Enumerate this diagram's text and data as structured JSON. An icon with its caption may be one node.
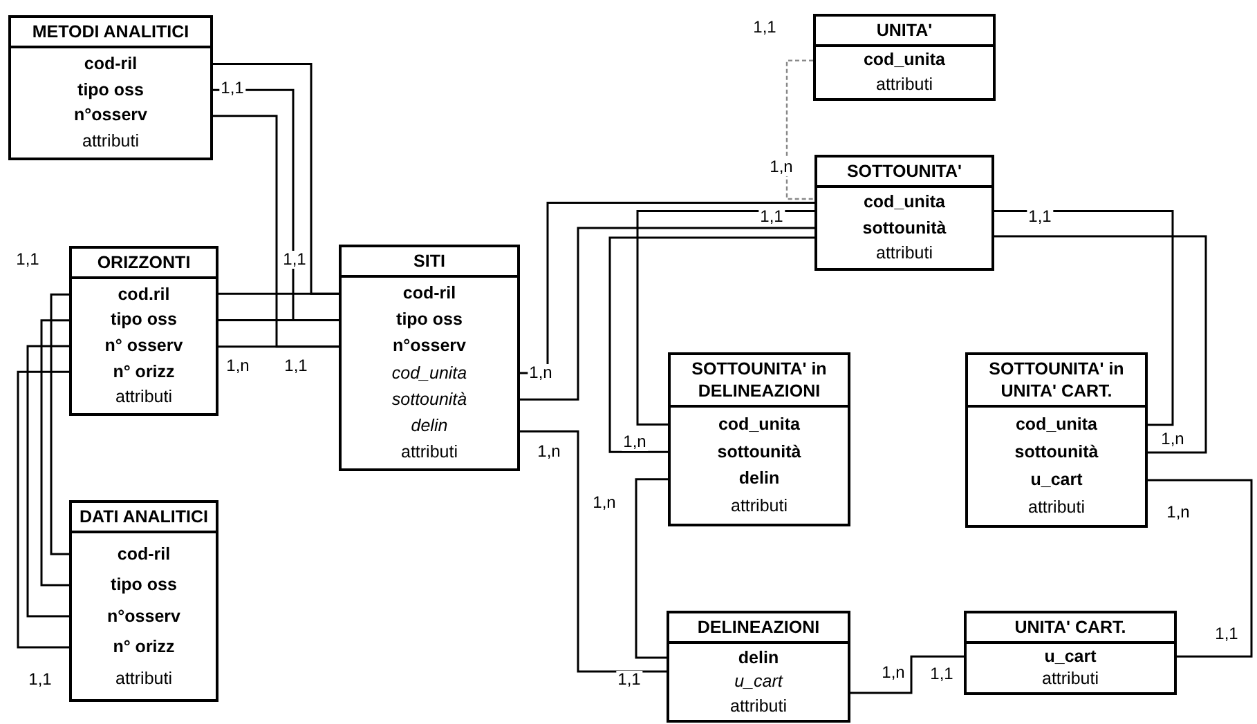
{
  "diagram": {
    "nodes": [
      {
        "text": [
          "METODI ANALITICI",
          "cod-ril",
          "tipo oss",
          "n°osserv",
          "attributi"
        ]
      },
      {
        "text": [
          "UNITA'",
          "cod_unita",
          "attributi"
        ]
      },
      {
        "text": [
          "SOTTOUNITA'",
          "cod_unita",
          "sottounità",
          "attributi"
        ]
      },
      {
        "text": [
          "ORIZZONTI",
          "cod.ril",
          "tipo oss",
          "n° osserv",
          "n° orizz",
          "attributi"
        ]
      },
      {
        "text": [
          "SITI",
          "cod-ril",
          "tipo oss",
          "n°osserv",
          "cod_unita",
          "sottounità",
          "delin",
          "attributi"
        ]
      },
      {
        "text": [
          "SOTTOUNITA' in DELINEAZIONI",
          "cod_unita",
          "sottounità",
          "delin",
          "attributi"
        ]
      },
      {
        "text": [
          "SOTTOUNITA' in UNITA' CART.",
          "cod_unita",
          "sottounità",
          "u_cart",
          "attributi"
        ]
      },
      {
        "text": [
          "DATI ANALITICI",
          "cod-ril",
          "tipo oss",
          "n°osserv",
          "n° orizz",
          "attributi"
        ]
      },
      {
        "text": [
          "DELINEAZIONI",
          "delin",
          "u_cart",
          "attributi"
        ]
      },
      {
        "text": [
          "UNITA' CART.",
          "u_cart",
          "attributi"
        ]
      }
    ],
    "edges": [
      {
        "from": 0,
        "to": 4,
        "arrow": "none"
      },
      {
        "from": 0,
        "to": 4,
        "arrow": "none"
      },
      {
        "from": 0,
        "to": 4,
        "arrow": "none"
      },
      {
        "from": 3,
        "to": 4,
        "arrow": "none"
      },
      {
        "from": 3,
        "to": 4,
        "arrow": "none"
      },
      {
        "from": 3,
        "to": 4,
        "arrow": "none"
      },
      {
        "from": 3,
        "to": 7,
        "arrow": "none"
      },
      {
        "from": 3,
        "to": 7,
        "arrow": "none"
      },
      {
        "from": 3,
        "to": 7,
        "arrow": "none"
      },
      {
        "from": 3,
        "to": 7,
        "arrow": "none"
      },
      {
        "from": 4,
        "to": 2,
        "arrow": "none"
      },
      {
        "from": 4,
        "to": 2,
        "arrow": "none"
      },
      {
        "from": 2,
        "to": 5,
        "arrow": "none"
      },
      {
        "from": 2,
        "to": 5,
        "arrow": "none"
      },
      {
        "from": 5,
        "to": 8,
        "arrow": "none"
      },
      {
        "from": 4,
        "to": 8,
        "arrow": "none"
      },
      {
        "from": 2,
        "to": 6,
        "arrow": "none"
      },
      {
        "from": 2,
        "to": 6,
        "arrow": "none"
      },
      {
        "from": 8,
        "to": 9,
        "arrow": "none"
      },
      {
        "from": 6,
        "to": 9,
        "arrow": "none"
      },
      {
        "from": 1,
        "to": 2,
        "arrow": "none",
        "style": "dashed",
        "color": "#888888"
      }
    ],
    "labels": [
      "1,1",
      "1,1",
      "1,n",
      "1,1",
      "1,1",
      "1,1",
      "1,1",
      "1,n",
      "1,1",
      "1,n",
      "1,n",
      "1,n",
      "1,n",
      "1,n",
      "1,n",
      "1,1",
      "1,n",
      "1,1",
      "1,1",
      "1,1"
    ]
  }
}
